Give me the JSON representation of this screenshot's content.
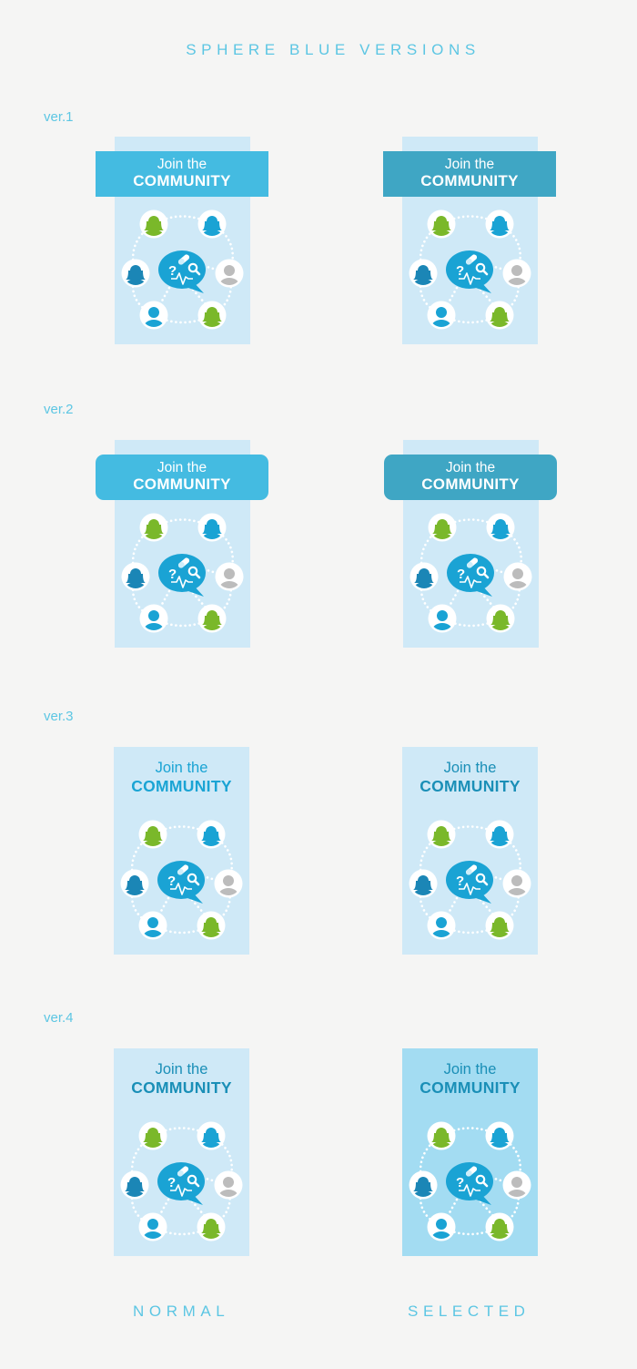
{
  "page_title": "SPHERE BLUE VERSIONS",
  "versions": [
    {
      "label": "ver.1",
      "normal": {
        "line1": "Join the",
        "line2": "COMMUNITY"
      },
      "selected": {
        "line1": "Join the",
        "line2": "COMMUNITY"
      }
    },
    {
      "label": "ver.2",
      "normal": {
        "line1": "Join the",
        "line2": "COMMUNITY"
      },
      "selected": {
        "line1": "Join the",
        "line2": "COMMUNITY"
      }
    },
    {
      "label": "ver.3",
      "normal": {
        "line1": "Join the",
        "line2": "COMMUNITY"
      },
      "selected": {
        "line1": "Join the",
        "line2": "COMMUNITY"
      }
    },
    {
      "label": "ver.4",
      "normal": {
        "line1": "Join the",
        "line2": "COMMUNITY"
      },
      "selected": {
        "line1": "Join the",
        "line2": "COMMUNITY"
      }
    }
  ],
  "columns": {
    "normal": "NORMAL",
    "selected": "SELECTED"
  },
  "colors": {
    "accent": "#5cc6e3",
    "card_bg": "#cfe9f7",
    "card_bg_selected_v4": "#a3dcf2",
    "banner_normal": "#44bbe1",
    "banner_selected": "#3fa6c4",
    "avatar_green": "#7ab82a",
    "avatar_blue": "#1aa3d4",
    "avatar_dark_blue": "#1b86b6",
    "avatar_gray": "#bcbcbc",
    "speech_bubble": "#1aa3d4"
  },
  "icons": [
    "user-avatar-icon",
    "speech-bubble-icon",
    "question-mark-icon",
    "pill-icon",
    "magnifier-icon",
    "heartbeat-icon"
  ]
}
